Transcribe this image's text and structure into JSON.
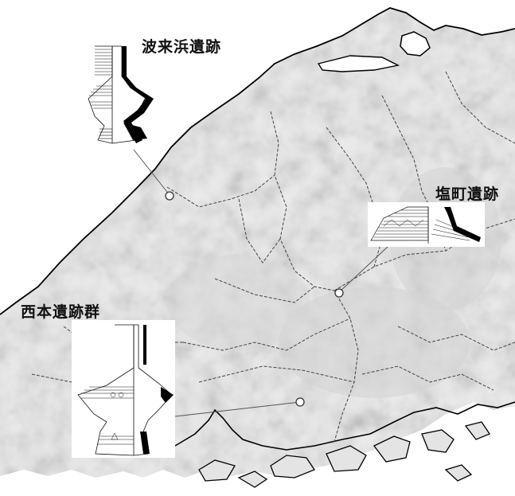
{
  "map": {
    "background": "#ffffff",
    "sea_color": "#ffffff",
    "land_color": "#ececec",
    "relief_color": "#c9c9c9",
    "coast_color": "#000000",
    "boundary_color": "#555555"
  },
  "sites": [
    {
      "id": "hakuhama",
      "name": "波来浜遺跡",
      "marker": "open-circle"
    },
    {
      "id": "shiomachi",
      "name": "塩町遺跡",
      "marker": "open-circle"
    },
    {
      "id": "nishimoto",
      "name": "西本遺跡群",
      "marker": "open-circle"
    }
  ]
}
